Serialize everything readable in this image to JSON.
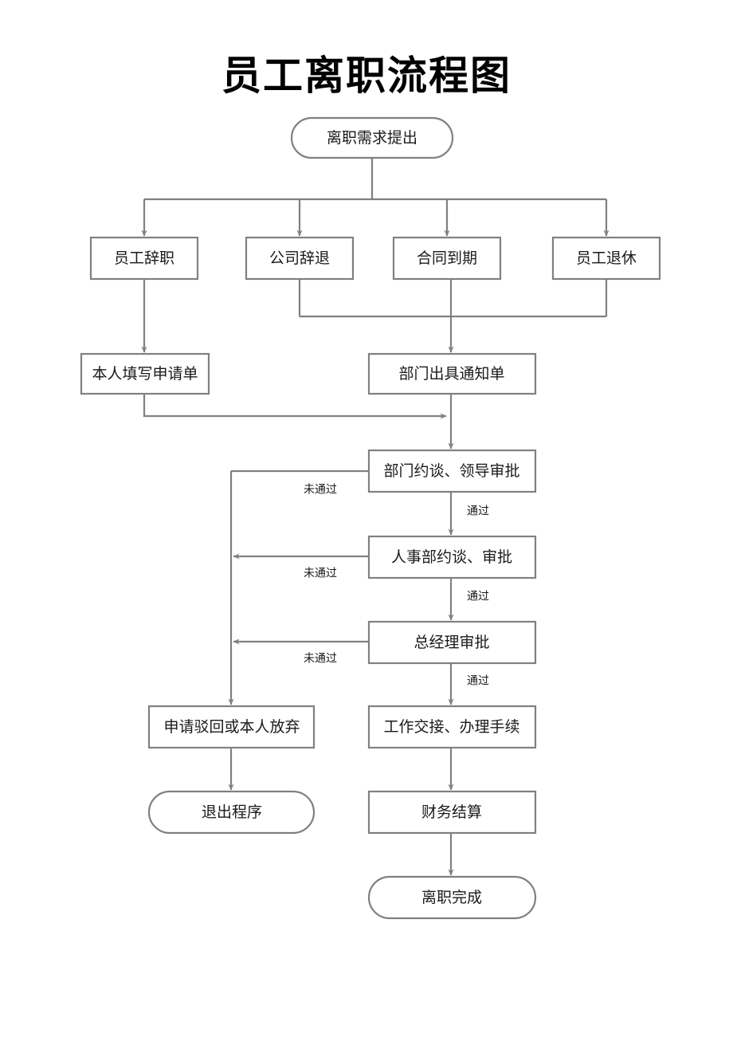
{
  "title": "员工离职流程图",
  "nodes": {
    "start": {
      "label": "离职需求提出",
      "shape": "stadium"
    },
    "reason1": {
      "label": "员工辞职",
      "shape": "rect"
    },
    "reason2": {
      "label": "公司辞退",
      "shape": "rect"
    },
    "reason3": {
      "label": "合同到期",
      "shape": "rect"
    },
    "reason4": {
      "label": "员工退休",
      "shape": "rect"
    },
    "selfform": {
      "label": "本人填写申请单",
      "shape": "rect"
    },
    "deptnotice": {
      "label": "部门出具通知单",
      "shape": "rect"
    },
    "approve1": {
      "label": "部门约谈、领导审批",
      "shape": "rect"
    },
    "approve2": {
      "label": "人事部约谈、审批",
      "shape": "rect"
    },
    "approve3": {
      "label": "总经理审批",
      "shape": "rect"
    },
    "rejected": {
      "label": "申请驳回或本人放弃",
      "shape": "rect"
    },
    "exit": {
      "label": "退出程序",
      "shape": "stadium"
    },
    "handover": {
      "label": "工作交接、办理手续",
      "shape": "rect"
    },
    "finance": {
      "label": "财务结算",
      "shape": "rect"
    },
    "done": {
      "label": "离职完成",
      "shape": "stadium"
    }
  },
  "edge_labels": {
    "fail1": "未通过",
    "fail2": "未通过",
    "fail3": "未通过",
    "pass1": "通过",
    "pass2": "通过",
    "pass3": "通过"
  },
  "colors": {
    "border": "#808080",
    "node_fill": "#ffffff",
    "text": "#1a1a1a",
    "title": "#000000",
    "background": "#ffffff"
  }
}
